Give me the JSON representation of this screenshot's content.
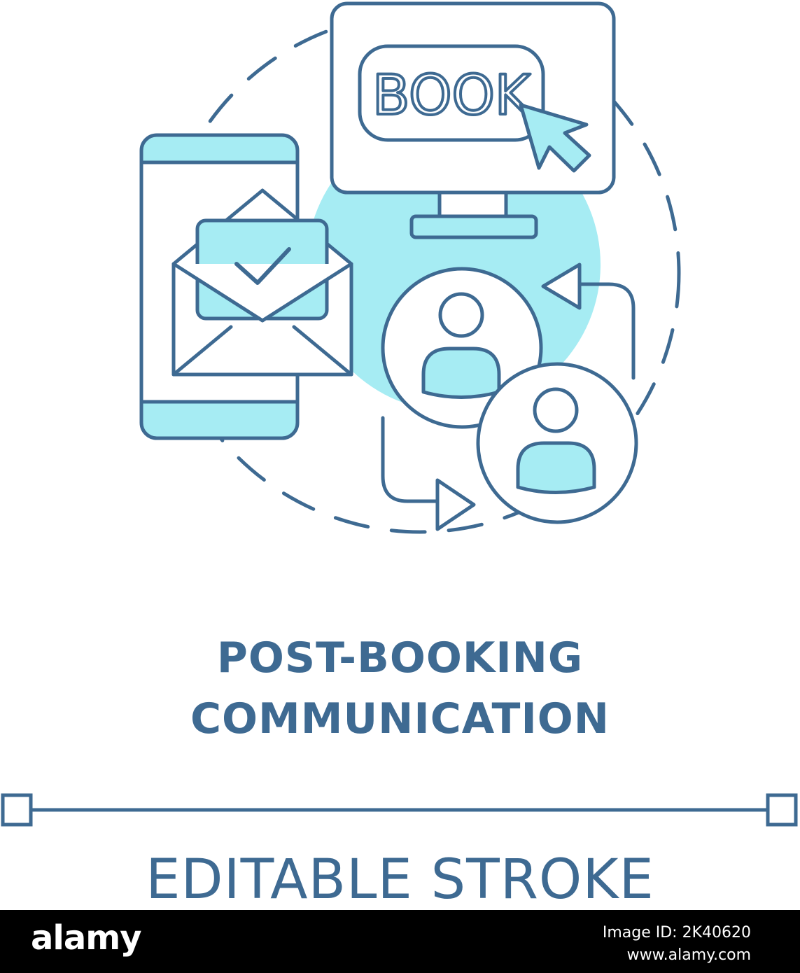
{
  "title": {
    "line1": "POST-BOOKING",
    "line2": "COMMUNICATION"
  },
  "subtitle": "EDITABLE STROKE",
  "monitor": {
    "button_label": "BOOK"
  },
  "footer": {
    "logo": "alamy",
    "image_id": "Image ID: 2K40620",
    "url": "www.alamy.com"
  },
  "colors": {
    "stroke": "#3e6a92",
    "fill": "#a6ecf3",
    "background": "#ffffff"
  }
}
